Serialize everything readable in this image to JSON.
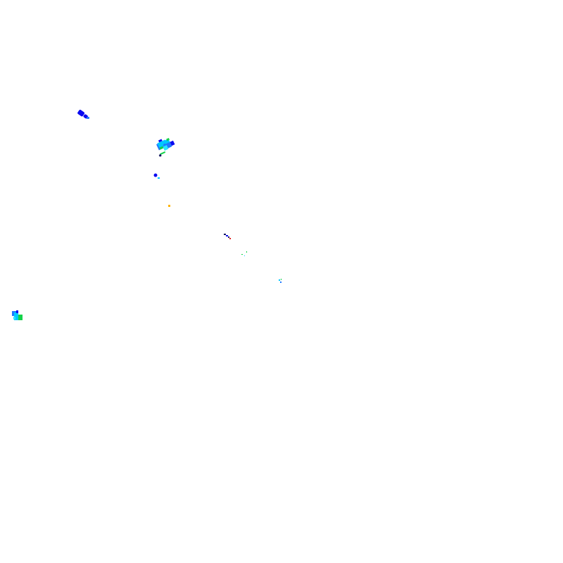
{
  "background_color": "#ffffff",
  "palette": {
    "blue": "#0a0af0",
    "mid_blue": "#1e78ff",
    "cyan": "#00c8ff",
    "light_cyan": "#28e6ff",
    "green": "#14d24a",
    "orange": "#ffb400",
    "red": "#e02020",
    "dark_navy": "#141460"
  },
  "blobs": [
    {
      "name": "blob-upper-left",
      "color": "blue"
    },
    {
      "name": "blob-cluster-main",
      "color": "cyan"
    },
    {
      "name": "blob-small-blue",
      "color": "blue"
    },
    {
      "name": "blob-orange-dot",
      "color": "orange"
    },
    {
      "name": "blob-diagonal-streak",
      "color": "dark_navy"
    },
    {
      "name": "blob-green-specks",
      "color": "green"
    },
    {
      "name": "blob-faint-center",
      "color": "cyan"
    },
    {
      "name": "blob-left-edge",
      "color": "mid_blue"
    }
  ]
}
